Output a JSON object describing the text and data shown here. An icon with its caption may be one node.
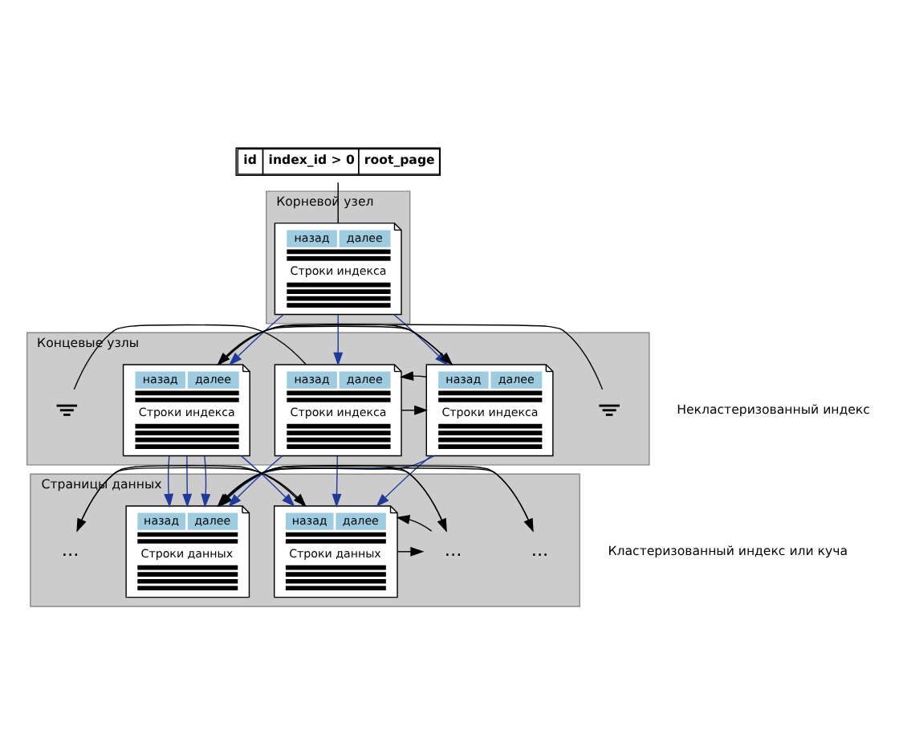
{
  "diagram": {
    "nodes": [
      {
        "text": [
          "id",
          "index_id > 0",
          "root_page"
        ]
      },
      {
        "text": [
          "Корневой узел"
        ]
      },
      {
        "text": [
          "назад",
          "далее",
          "Строки индекса"
        ],
        "in": 1
      },
      {
        "text": [
          "Концевые узлы"
        ]
      },
      {
        "text": [],
        "shape": "ground",
        "in": 3
      },
      {
        "text": [
          "назад",
          "далее",
          "Строки индекса"
        ],
        "in": 3
      },
      {
        "text": [
          "назад",
          "далее",
          "Строки индекса"
        ],
        "in": 3
      },
      {
        "text": [
          "назад",
          "далее",
          "Строки индекса"
        ],
        "in": 3
      },
      {
        "text": [],
        "shape": "ground",
        "in": 3
      },
      {
        "text": [
          "Страницы данных"
        ]
      },
      {
        "text": [
          "..."
        ],
        "in": 9
      },
      {
        "text": [
          "назад",
          "далее",
          "Строки данных"
        ],
        "in": 9
      },
      {
        "text": [
          "..."
        ],
        "in": 9
      },
      {
        "text": [
          "назад",
          "далее",
          "Строки данных"
        ],
        "in": 9
      },
      {
        "text": [
          "..."
        ],
        "in": 9
      }
    ],
    "edges": [
      {
        "from": 0,
        "to": 2,
        "arrow": "none"
      },
      {
        "from": 2,
        "to": 5,
        "arrow": "to",
        "color": "#1f3a9a"
      },
      {
        "from": 2,
        "to": 6,
        "arrow": "to",
        "color": "#1f3a9a"
      },
      {
        "from": 2,
        "to": 7,
        "arrow": "to",
        "color": "#1f3a9a"
      },
      {
        "from": 5,
        "to": 4,
        "arrow": "none"
      },
      {
        "from": 5,
        "to": 6,
        "arrow": "to"
      },
      {
        "from": 6,
        "to": 5,
        "arrow": "to"
      },
      {
        "from": 6,
        "to": 7,
        "arrow": "to"
      },
      {
        "from": 7,
        "to": 6,
        "arrow": "to"
      },
      {
        "from": 7,
        "to": 8,
        "arrow": "none"
      },
      {
        "from": 10,
        "to": 11,
        "arrow": "to"
      },
      {
        "from": 11,
        "to": 10,
        "arrow": "to"
      },
      {
        "from": 11,
        "to": 12,
        "arrow": "to"
      },
      {
        "from": 12,
        "to": 11,
        "arrow": "to"
      },
      {
        "from": 12,
        "to": 13,
        "arrow": "to"
      },
      {
        "from": 13,
        "to": 12,
        "arrow": "to"
      },
      {
        "from": 13,
        "to": 14,
        "arrow": "to"
      },
      {
        "from": 14,
        "to": 13,
        "arrow": "to"
      },
      {
        "from": 5,
        "to": 11,
        "arrow": "to",
        "color": "#1f3a9a"
      },
      {
        "from": 5,
        "to": 13,
        "arrow": "to",
        "color": "#1f3a9a"
      },
      {
        "from": 6,
        "to": 11,
        "arrow": "to",
        "color": "#1f3a9a"
      },
      {
        "from": 6,
        "to": 13,
        "arrow": "to",
        "color": "#1f3a9a"
      },
      {
        "from": 7,
        "to": 11,
        "arrow": "to",
        "color": "#1f3a9a"
      },
      {
        "from": 7,
        "to": 13,
        "arrow": "to",
        "color": "#1f3a9a"
      },
      {
        "from": 7,
        "to": 13,
        "arrow": "to",
        "color": "#1f3a9a"
      },
      {
        "from": 7,
        "to": 13,
        "arrow": "to",
        "color": "#1f3a9a"
      }
    ],
    "labels": [
      "Некластеризованный индекс",
      "Кластеризованный индекс или куча"
    ]
  }
}
